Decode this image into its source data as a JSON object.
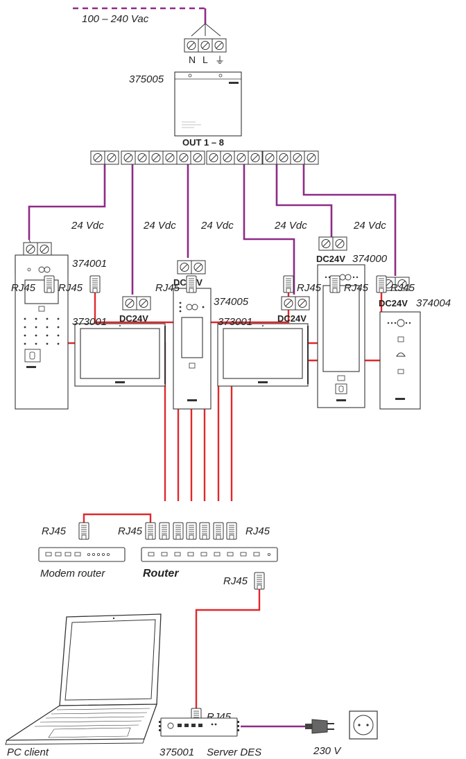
{
  "colors": {
    "power_wire": "#8e2a87",
    "network_wire": "#e0282b",
    "stroke": "#333333"
  },
  "labels": {
    "mains_in": "100 – 240 Vac",
    "terminal_n": "N",
    "terminal_l": "L",
    "terminal_earth": "⏚",
    "psu_code": "375005",
    "psu_outputs": "OUT 1 – 8",
    "vdc": "24 Vdc",
    "dc24v": "DC24V",
    "rj45": "RJ45",
    "modem_router": "Modem router",
    "router": "Router",
    "pc_client": "PC client",
    "server_code": "375001",
    "server_name": "Server DES",
    "plug_voltage": "230 V"
  },
  "devices": [
    {
      "code": "374001"
    },
    {
      "code": "373001"
    },
    {
      "code": "374005"
    },
    {
      "code": "373001"
    },
    {
      "code": "374000"
    },
    {
      "code": "374004"
    }
  ],
  "icons": [
    "terminal-screw-icon",
    "rj45-connector-icon",
    "laptop-icon",
    "power-plug-icon",
    "wall-socket-icon"
  ]
}
